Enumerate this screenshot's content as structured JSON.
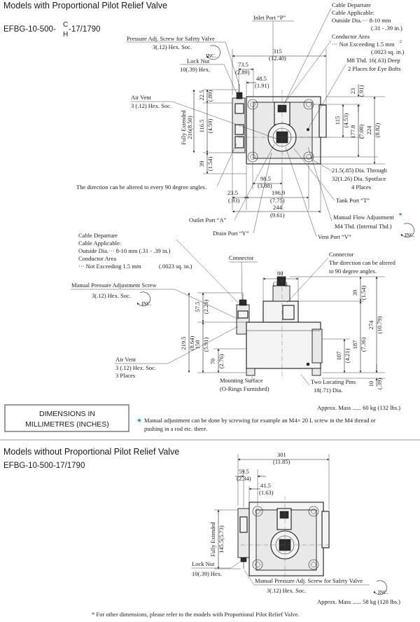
{
  "section1": {
    "title": "Models with Proportional Pilot Relief Valve",
    "model": {
      "prefix": "EFBG-10-500-",
      "top": "C",
      "bottom": "H",
      "suffix": "-17/1790"
    }
  },
  "section2": {
    "title": "Models without Proportional Pilot Relief Valve",
    "model": "EFBG-10-500-17/1790"
  },
  "top": {
    "inlet_port": "Inlet Port “P”",
    "cable": [
      "Cable Departure",
      "Cable Applicable:",
      "Outside Dia.···  8-10  mm",
      "(.31 - .39  in.)",
      "Conductor Area",
      "··· Not Exceeding 1.5  mm",
      "(.0023 sq. in.)"
    ],
    "cable_sup": "2",
    "pressure_screw": [
      "Pressure Adj. Screw for Safety Valve",
      "3(.12)  Hex. Soc."
    ],
    "inc": "INC.",
    "lock_nut": [
      "Lock Nut",
      "10(.39) Hex."
    ],
    "air_vent": [
      "Air Vent",
      "3 (.12) Hex. Soc."
    ],
    "m8": [
      "M8 Thd. 16(.63) Deep",
      "2 Places for Eye Bolts"
    ],
    "dia_through": [
      "21.5(.85) Dia. Through",
      "32(1.26) Dia. Spotface",
      "4 Places"
    ],
    "tank_port": "Tank Port “T”",
    "manual_flow": [
      "Manual Flow Adjustment",
      "M4 Thd. (Internal Thd.)"
    ],
    "vent_port": "Vent Port “V”",
    "drain_port": "Drain Port “Y”",
    "outlet_port": "Outlet Port “A”",
    "direction": "The direction can be altered to every 90 degree angles.",
    "fully_extended": "Fully Extended",
    "dims": {
      "d315": "315",
      "d315i": "(12.40)",
      "d735": "73.5",
      "d735i": "(2.89)",
      "d485": "48.5",
      "d485i": "(1.91)",
      "d225": "22.5",
      "d225i": "(.89)",
      "d1165": "116.5",
      "d1165i": "(4.59)",
      "d216": "216(8.50)",
      "d39": "39",
      "d39i": "(1.54)",
      "d23": "23",
      "d23i": "(.91)",
      "d115": "115",
      "d115i": "(4.53)",
      "d1778": "177.8",
      "d1778i": "(7.00)",
      "d224": "224",
      "d224i": "(8.82)",
      "d985": "98.5",
      "d985i": "(3.88)",
      "d235": "23.5",
      "d235i": "(.93)",
      "d1969": "196.9",
      "d1969i": "(7.75)",
      "d244": "244",
      "d244i": "(9.61)"
    }
  },
  "middle": {
    "cable": [
      "Cable Departure",
      "Cable Applicable:",
      "Outside Dia.···  8-10 mm (.31 - .39 in.)",
      "Conductor Area",
      "··· Not Exceeding 1.5 mm",
      " (.0023 sq. in.)"
    ],
    "connector": "Connector",
    "connector_right": [
      "Connector",
      "The direction can be altered",
      "to 90 degree angles."
    ],
    "manual_pressure": [
      "Manual Pressure Adjustment Screw",
      "3(.12)  Hex. Soc."
    ],
    "air_vent": [
      "Air Vent",
      "3 (.12) Hex. Soc.",
      "3 Places"
    ],
    "mounting": [
      "Mounting Surface",
      "(O-Rings Furnished)"
    ],
    "locating": [
      "Two Locating Pins",
      "18(.71) Dia."
    ],
    "mass": "Approx. Mass ......  60 kg (132 lbs.)",
    "dims": {
      "d80": "80",
      "d80i": "(3.15)",
      "d575": "57.5",
      "d575i": "(2.26)",
      "d2195": "219.5",
      "d2195i": "(8.64)",
      "d150": "150",
      "d150i": "(5.91)",
      "d70": "70",
      "d70i": "(2.76)",
      "d39": "39",
      "d39i": "(1.54)",
      "d274": "274",
      "d274i": "(10.79)",
      "d187": "187",
      "d187i": "(7.36)",
      "d107": "107",
      "d107i": "(4.21)",
      "d10": "10",
      "d10i": "(.39)"
    }
  },
  "units_box": [
    "DIMENSIONS IN",
    "MILLIMETRES (INCHES)"
  ],
  "star": "★",
  "star_note": [
    "Manual adjustment can be done by screwing for example an M4× 20 L screw in the M4 thread or",
    "pushing in a rod etc. there."
  ],
  "bottom": {
    "fully_extended": "Fully Extended",
    "d1455": "145.5(5.73)",
    "dims": {
      "d301": "301",
      "d301i": "(11.85)",
      "d595": "59.5",
      "d595i": "(2.34)",
      "d415": "41.5",
      "d415i": "(1.63)"
    },
    "lock_nut": [
      "Lock Nut",
      "10(.39) Hex."
    ],
    "manual_screw": [
      "Manual Pressure Adj. Screw for Safety Valve",
      "3(.12)  Hex. Soc."
    ],
    "inc": "INC.",
    "mass": "Approx. Mass ......  58 kg (128 lbs.)",
    "note": "* For other dimensions, please refer to the models with Proportional Pilot Relief Valve."
  },
  "colors": {
    "star": "#1a9ad6",
    "line": "#222222",
    "body_fill": "#f4f4f4"
  }
}
